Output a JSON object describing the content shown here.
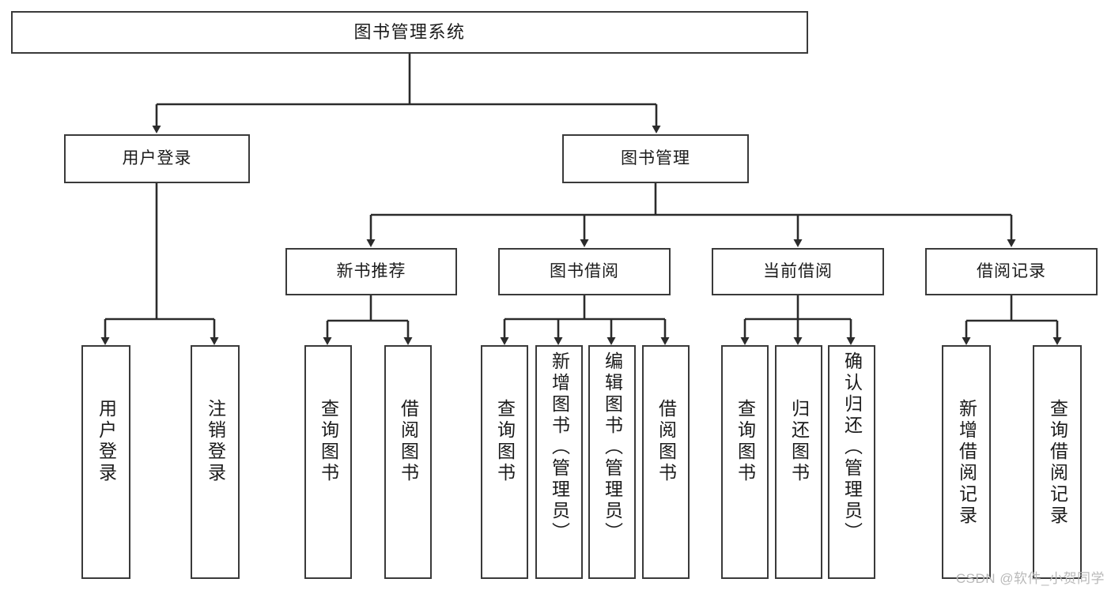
{
  "diagram": {
    "title": "图书管理系统",
    "type": "功能结构图",
    "root": {
      "id": "root",
      "label": "图书管理系统"
    },
    "level2": [
      {
        "id": "user-login",
        "label": "用户登录"
      },
      {
        "id": "book-manage",
        "label": "图书管理"
      }
    ],
    "level3": [
      {
        "id": "new-book-rec",
        "label": "新书推荐",
        "parent": "book-manage"
      },
      {
        "id": "book-borrow",
        "label": "图书借阅",
        "parent": "book-manage"
      },
      {
        "id": "current-borrow",
        "label": "当前借阅",
        "parent": "book-manage"
      },
      {
        "id": "borrow-record",
        "label": "借阅记录",
        "parent": "book-manage"
      }
    ],
    "leaves": [
      {
        "id": "leaf-user-login",
        "label": "用户登录",
        "parent": "user-login"
      },
      {
        "id": "leaf-logout",
        "label": "注销登录",
        "parent": "user-login"
      },
      {
        "id": "leaf-query-book-1",
        "label": "查询图书",
        "parent": "new-book-rec"
      },
      {
        "id": "leaf-borrow-book-1",
        "label": "借阅图书",
        "parent": "new-book-rec"
      },
      {
        "id": "leaf-query-book-2",
        "label": "查询图书",
        "parent": "book-borrow"
      },
      {
        "id": "leaf-add-book",
        "label": "新增图书（管理员）",
        "parent": "book-borrow"
      },
      {
        "id": "leaf-edit-book",
        "label": "编辑图书（管理员）",
        "parent": "book-borrow"
      },
      {
        "id": "leaf-borrow-book-2",
        "label": "借阅图书",
        "parent": "book-borrow"
      },
      {
        "id": "leaf-query-book-3",
        "label": "查询图书",
        "parent": "current-borrow"
      },
      {
        "id": "leaf-return-book",
        "label": "归还图书",
        "parent": "current-borrow"
      },
      {
        "id": "leaf-confirm-return",
        "label": "确认归还（管理员）",
        "parent": "current-borrow"
      },
      {
        "id": "leaf-add-record",
        "label": "新增借阅记录",
        "parent": "borrow-record"
      },
      {
        "id": "leaf-query-record",
        "label": "查询借阅记录",
        "parent": "borrow-record"
      }
    ],
    "watermark": "CSDN @软件_小贺同学",
    "colors": {
      "box_border": "#3a3a3a",
      "box_fill": "#ffffff",
      "edge": "#2b2b2b",
      "text": "#1b1b1b",
      "watermark": "#b9b9b9",
      "background": "#ffffff"
    }
  }
}
